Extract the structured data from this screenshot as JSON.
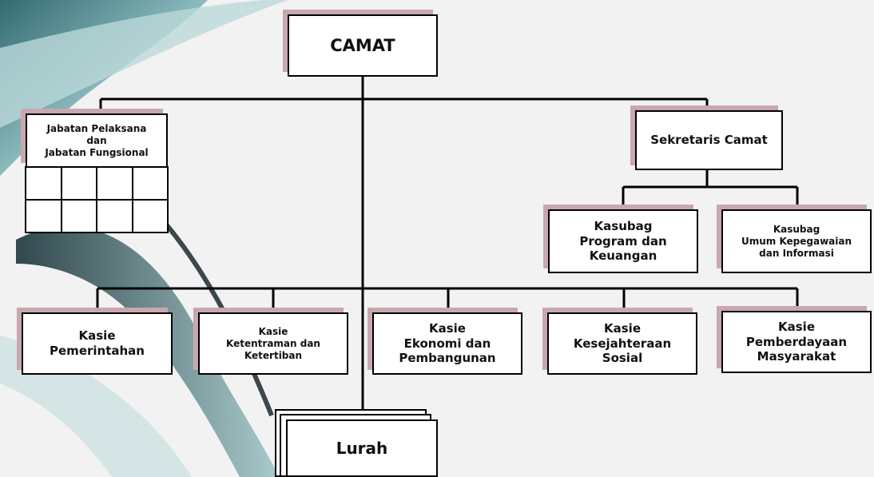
{
  "colors": {
    "box_border": "#000000",
    "box_fill": "#ffffff",
    "shadow": "#c9a7ae",
    "line": "#000000"
  },
  "nodes": {
    "camat": "CAMAT",
    "jabatan": "Jabatan Pelaksana\ndan\nJabatan Fungsional",
    "sekretaris": "Sekretaris Camat",
    "kasubag_program": "Kasubag\nProgram dan\nKeuangan",
    "kasubag_umum": "Kasubag\nUmum Kepegawaian\ndan Informasi",
    "kasie_pemerintahan": "Kasie\nPemerintahan",
    "kasie_ketentraman": "Kasie\nKetentraman dan\nKetertiban",
    "kasie_ekonomi": "Kasie\nEkonomi dan\nPembangunan",
    "kasie_kesejahteraan": "Kasie\nKesejahteraan\nSosial",
    "kasie_pemberdayaan": "Kasie\nPemberdayaan\nMasyarakat",
    "lurah": "Lurah"
  }
}
